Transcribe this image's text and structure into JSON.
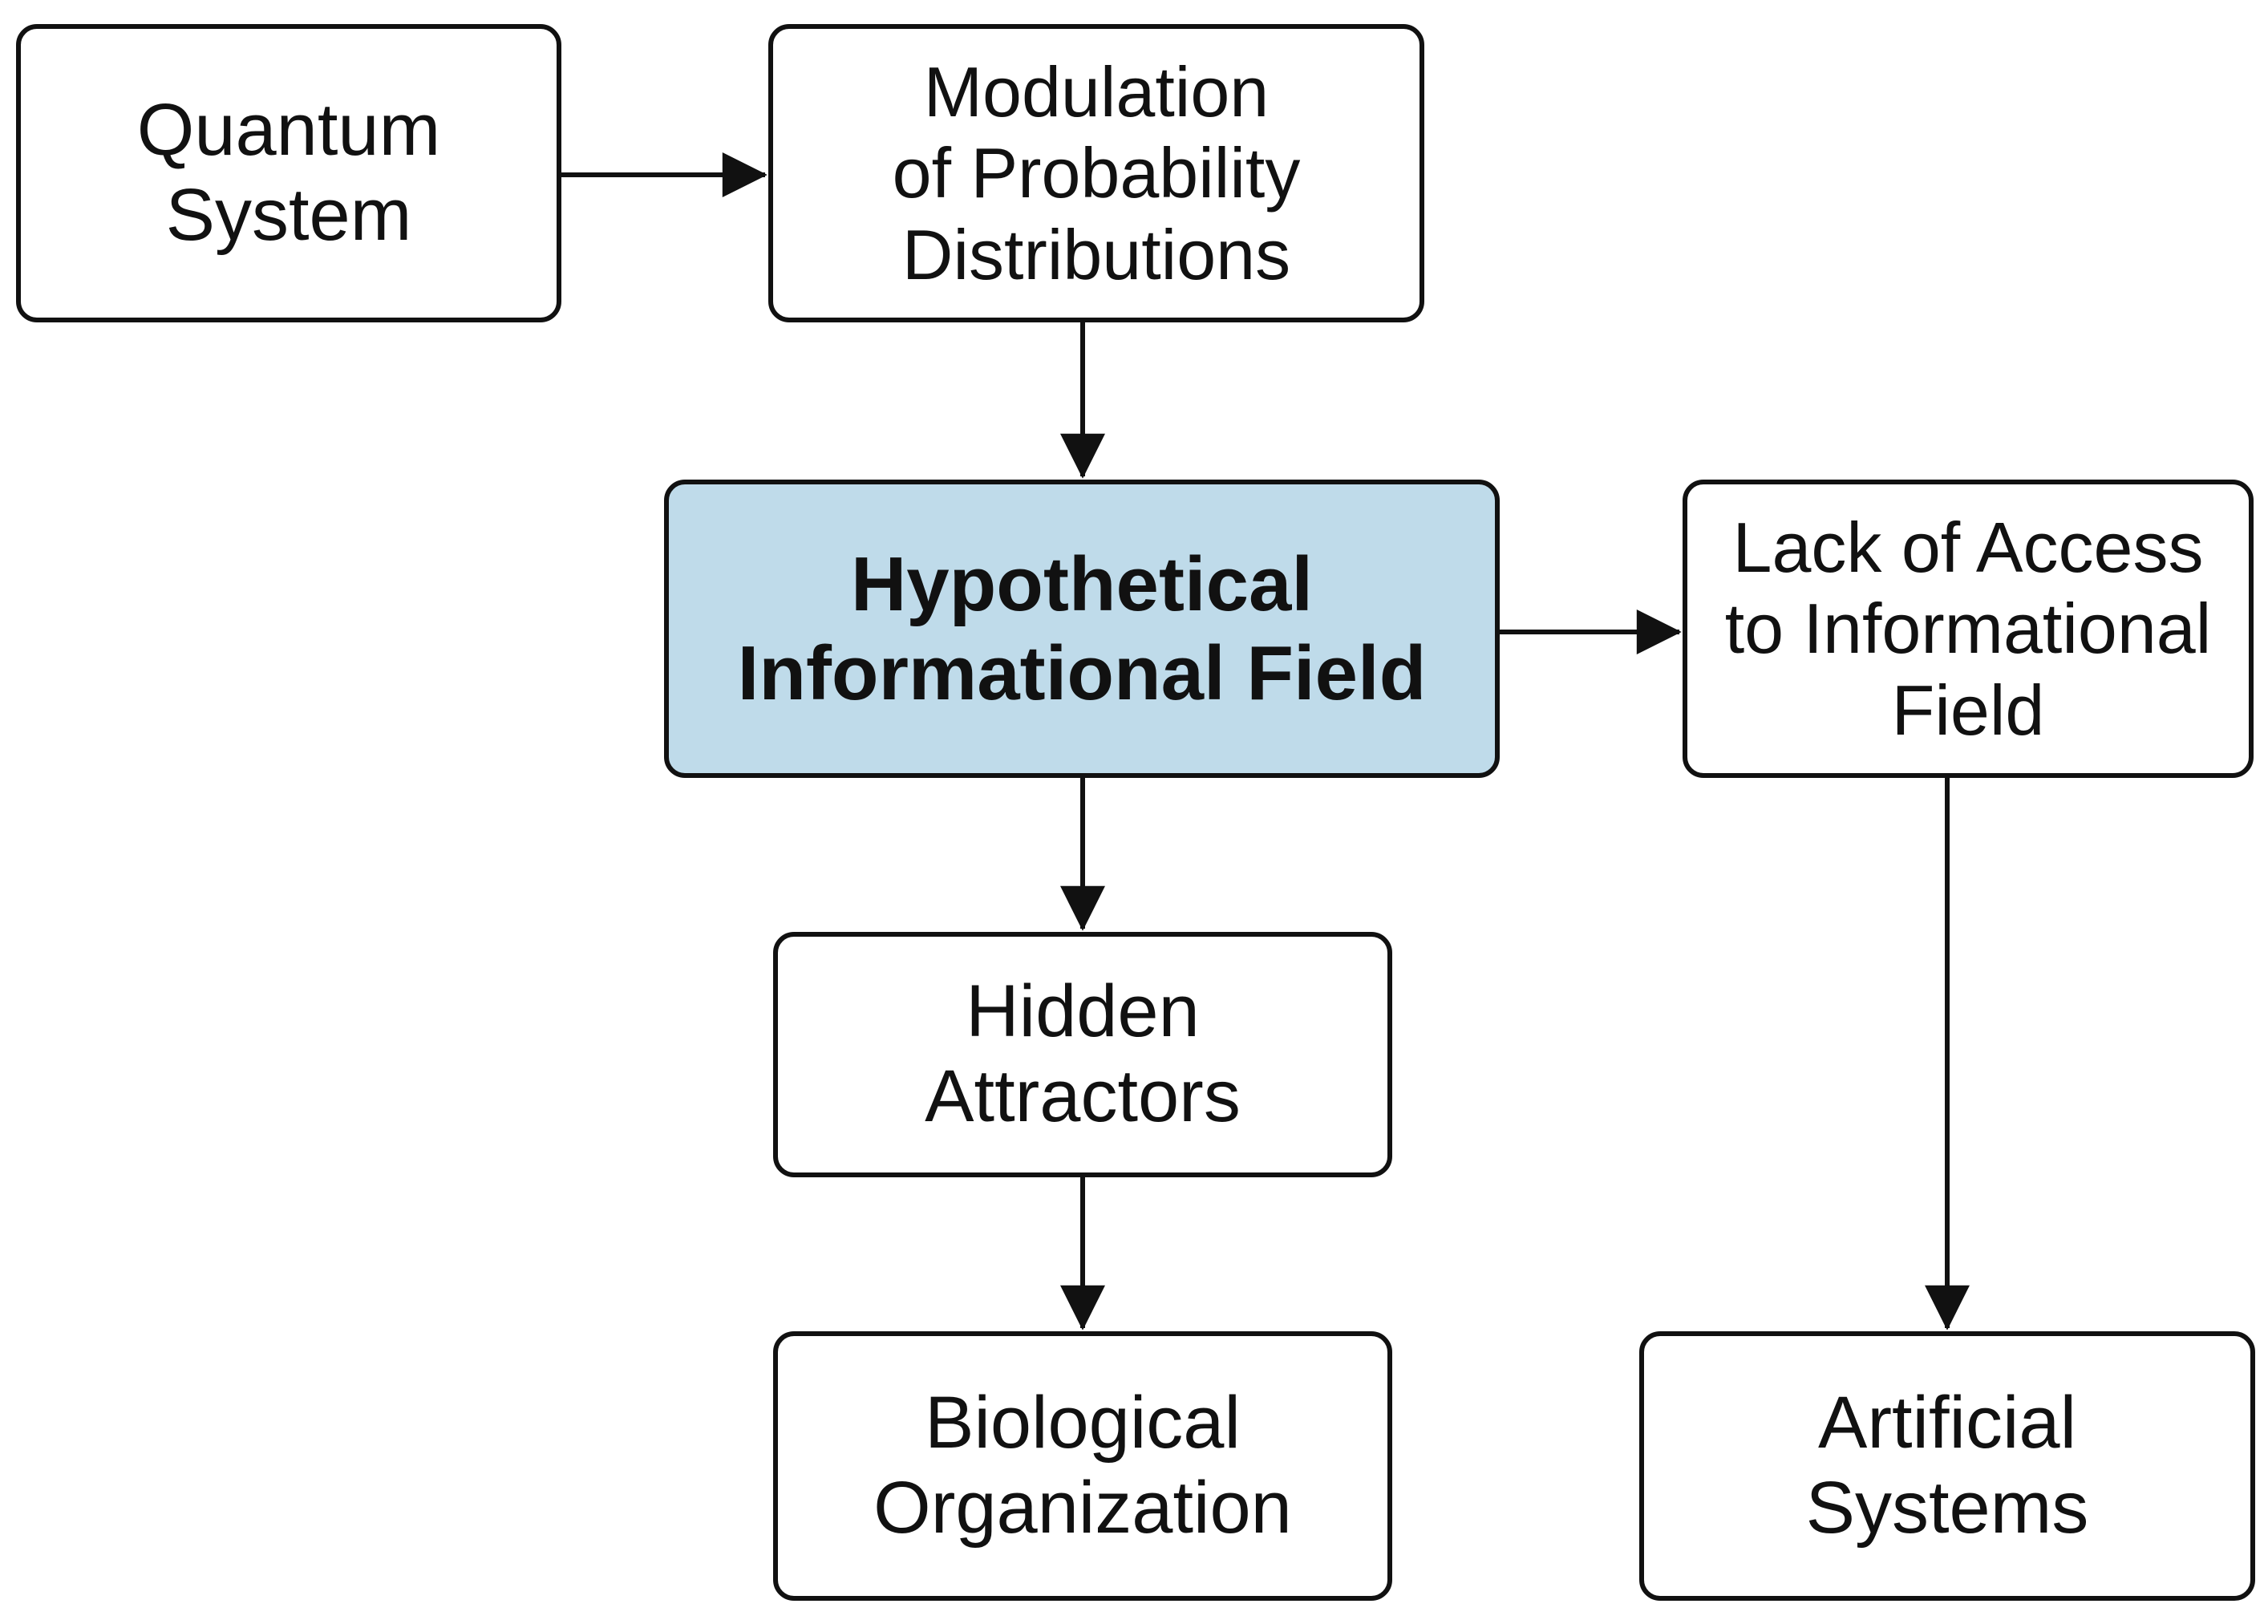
{
  "colors": {
    "line": "#111111",
    "box_fill": "#ffffff",
    "highlight_fill": "#bfdbea"
  },
  "nodes": {
    "quantum_system": "Quantum\nSystem",
    "modulation": "Modulation\nof Probability\nDistributions",
    "informational_field": "Hypothetical\nInformational  Field",
    "lack_of_access": "Lack of Access\nto Informational\nField",
    "hidden_attractors": "Hidden\nAttractors",
    "biological_organization": "Biological\nOrganization",
    "artificial_systems": "Artificial\nSystems"
  },
  "edges": [
    {
      "from": "quantum_system",
      "to": "modulation"
    },
    {
      "from": "modulation",
      "to": "informational_field"
    },
    {
      "from": "informational_field",
      "to": "lack_of_access"
    },
    {
      "from": "informational_field",
      "to": "hidden_attractors"
    },
    {
      "from": "hidden_attractors",
      "to": "biological_organization"
    },
    {
      "from": "lack_of_access",
      "to": "artificial_systems"
    }
  ]
}
